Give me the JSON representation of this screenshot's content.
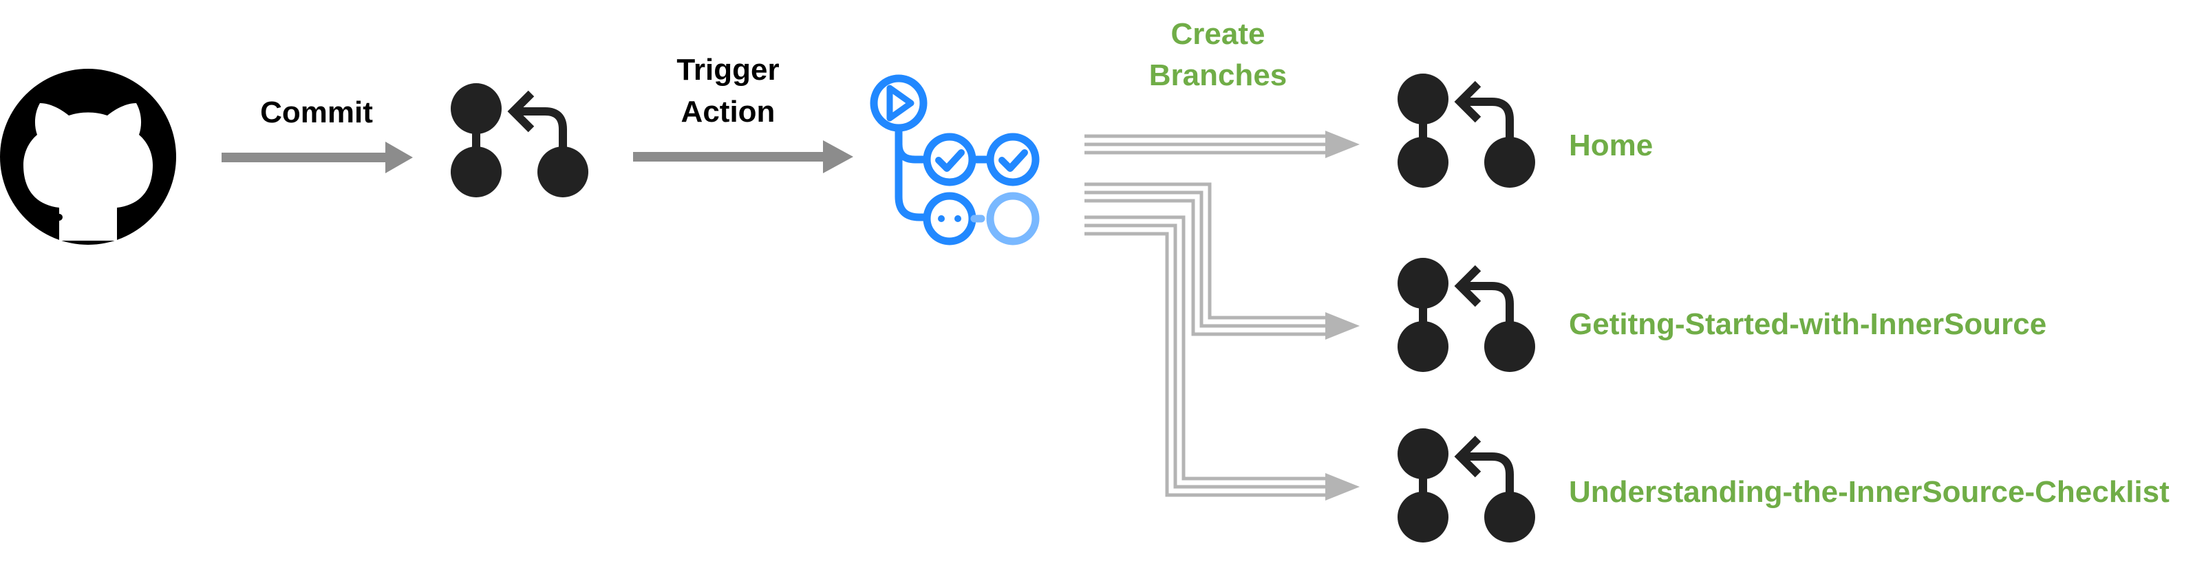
{
  "labels": {
    "commit": "Commit",
    "trigger_line1": "Trigger",
    "trigger_line2": "Action",
    "create_line1": "Create",
    "create_line2": "Branches"
  },
  "branches": [
    "Home",
    "Getitng-Started-with-InnerSource",
    "Understanding-the-InnerSource-Checklist"
  ],
  "icons": {
    "source": "github-logo-icon",
    "pull_request": "git-pull-request-icon",
    "actions": "github-actions-workflow-icon"
  },
  "colors": {
    "icon_dark": "#222222",
    "arrow_gray": "#8C8C8C",
    "arrow_light": "#B4B4B4",
    "actions_blue": "#2188FF",
    "actions_light_blue": "#79B8FF",
    "label_green": "#70AD47"
  }
}
